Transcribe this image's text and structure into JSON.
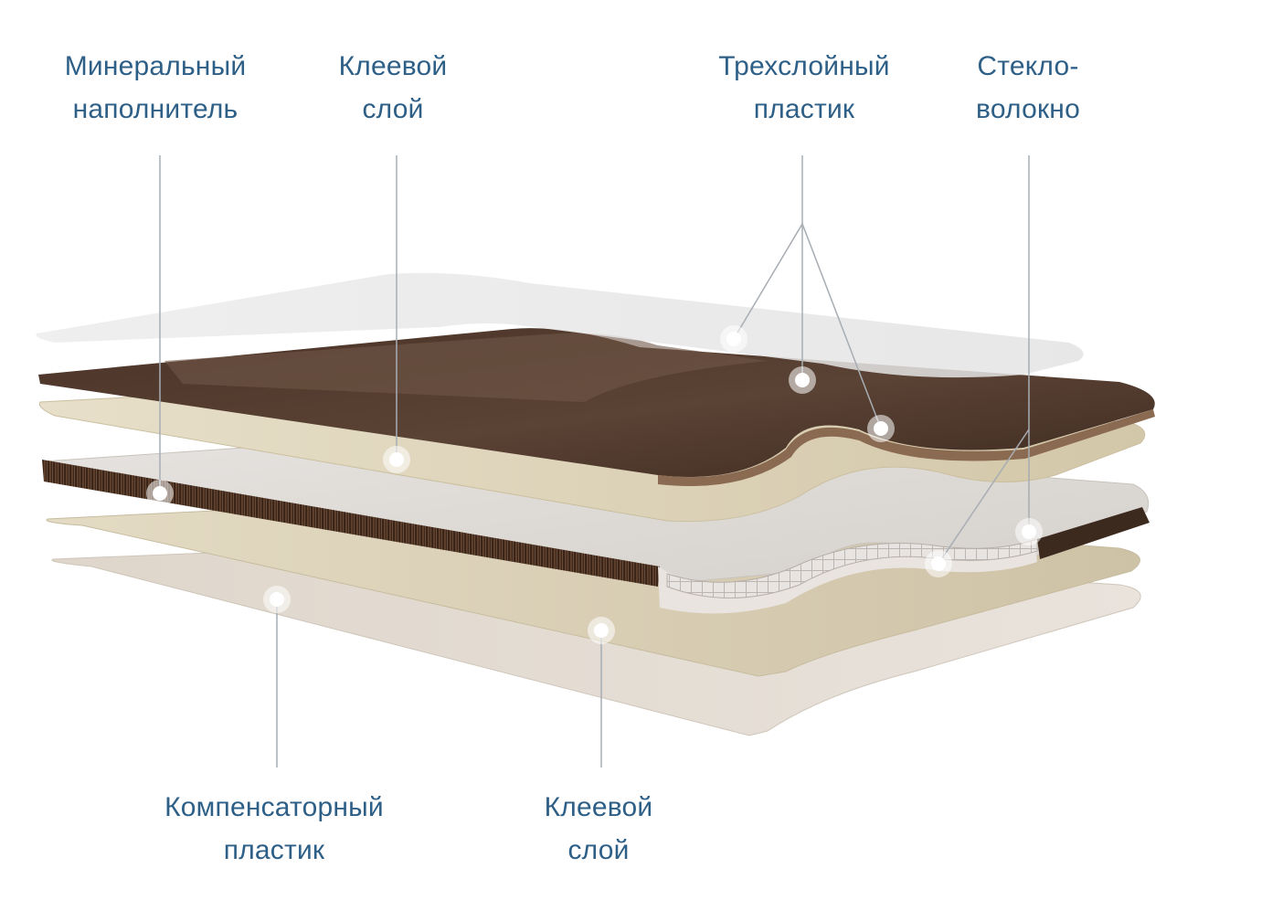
{
  "labels": {
    "mineral_filler": {
      "line1": "Минеральный",
      "line2": "наполнитель"
    },
    "glue_top": {
      "line1": "Клеевой",
      "line2": "слой"
    },
    "three_layer_plastic": {
      "line1": "Трехслойный",
      "line2": "пластик"
    },
    "fiberglass": {
      "line1": "Стекло-",
      "line2": "волокно"
    },
    "compensating_plastic": {
      "line1": "Компенсаторный",
      "line2": "пластик"
    },
    "glue_bottom": {
      "line1": "Клеевой",
      "line2": "слой"
    }
  },
  "colors": {
    "label_text": "#2e5f87",
    "leader_line": "#a7adb3",
    "dark_wood": "#4a3427",
    "light_wood": "#7a5a44",
    "glue_layer": "#dcd2b8",
    "compensator": "#d8cfc4",
    "transparent_top": "#e4e4e4",
    "mineral_core": "#e9e4df"
  }
}
